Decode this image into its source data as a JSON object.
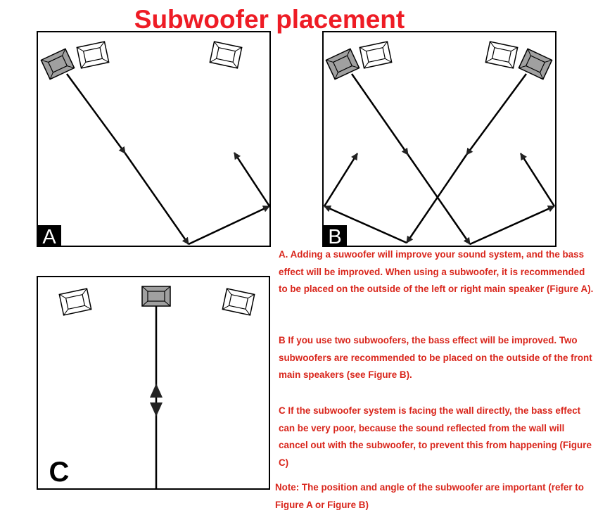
{
  "title": "Subwoofer placement",
  "figures": {
    "a": {
      "label": "A"
    },
    "b": {
      "label": "B"
    },
    "c": {
      "label": "C"
    }
  },
  "descriptions": {
    "a": "A. Adding a suwoofer will improve your sound system, and the bass effect will be improved. When using a subwoofer, it is recommended to be placed on the outside of the left or right main speaker (Figure A).",
    "b": "B If you use two subwoofers, the bass effect will be improved. Two subwoofers are recommended to be placed on the outside of the front main speakers (see Figure B).",
    "c": "C If the subwoofer system is facing the wall directly, the bass effect can be very poor, because the sound reflected from the wall will cancel out with the subwoofer, to prevent this from happening (Figure C)"
  },
  "note": "Note: The position and angle of the subwoofer are important (refer to Figure A or Figure B)",
  "colors": {
    "title": "#ee1c25",
    "text": "#d9261c",
    "line": "#000000",
    "arrow": "#222222",
    "subwoofer_fill": "#a0a0a0",
    "speaker_fill": "#ffffff"
  }
}
